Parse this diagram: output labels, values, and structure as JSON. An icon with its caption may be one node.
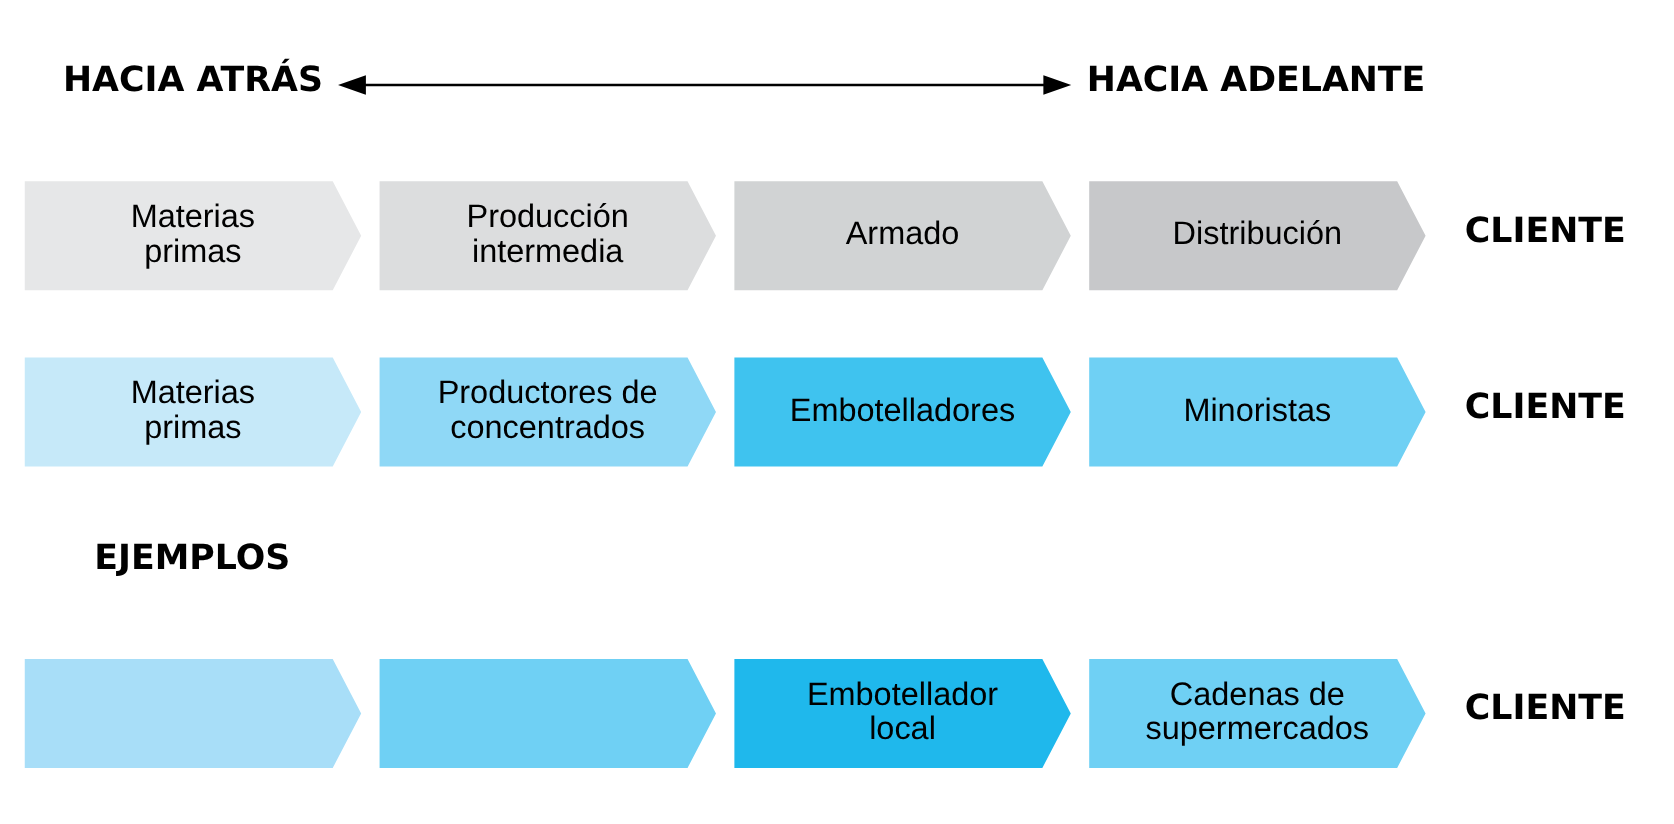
{
  "diagram": {
    "nodes": [
      {
        "text": [
          "HACIA ATRÁS"
        ]
      },
      {
        "text": [
          "HACIA ADELANTE"
        ]
      },
      {
        "text": [
          "Materias primas"
        ]
      },
      {
        "text": [
          "Producción intermedia"
        ]
      },
      {
        "text": [
          "Armado"
        ]
      },
      {
        "text": [
          "Distribución"
        ]
      },
      {
        "text": [
          "Materias primas"
        ]
      },
      {
        "text": [
          "Productores de concentrados"
        ]
      },
      {
        "text": [
          "Embotelladores"
        ]
      },
      {
        "text": [
          "Minoristas"
        ]
      },
      {
        "text": [],
        "shape": "chevron"
      },
      {
        "text": [],
        "shape": "chevron"
      },
      {
        "text": [
          "Embotellador local"
        ]
      },
      {
        "text": [
          "Cadenas de supermercados"
        ]
      }
    ],
    "edges": [
      {
        "from": 0,
        "to": 1,
        "arrow": "both"
      }
    ],
    "labels": [
      "CLIENTE",
      "CLIENTE",
      "EJEMPLOS",
      "CLIENTE"
    ]
  }
}
